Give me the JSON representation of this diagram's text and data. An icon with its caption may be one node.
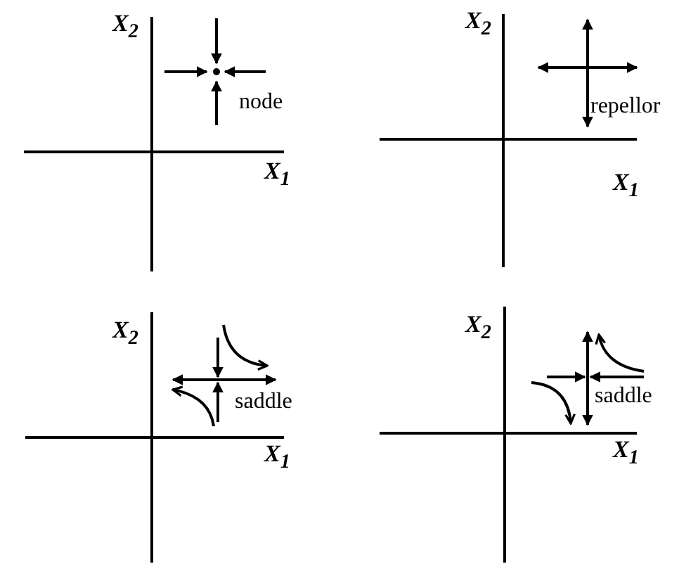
{
  "diagram": {
    "labels": [
      "X$_{2}$",
      "node",
      "X$_{1}$",
      "X$_{2}$",
      "repellor",
      "X$_{1}$",
      "X$_{2}$",
      "saddle",
      "X$_{1}$",
      "X$_{2}$",
      "saddle",
      "X$_{1}$"
    ]
  }
}
